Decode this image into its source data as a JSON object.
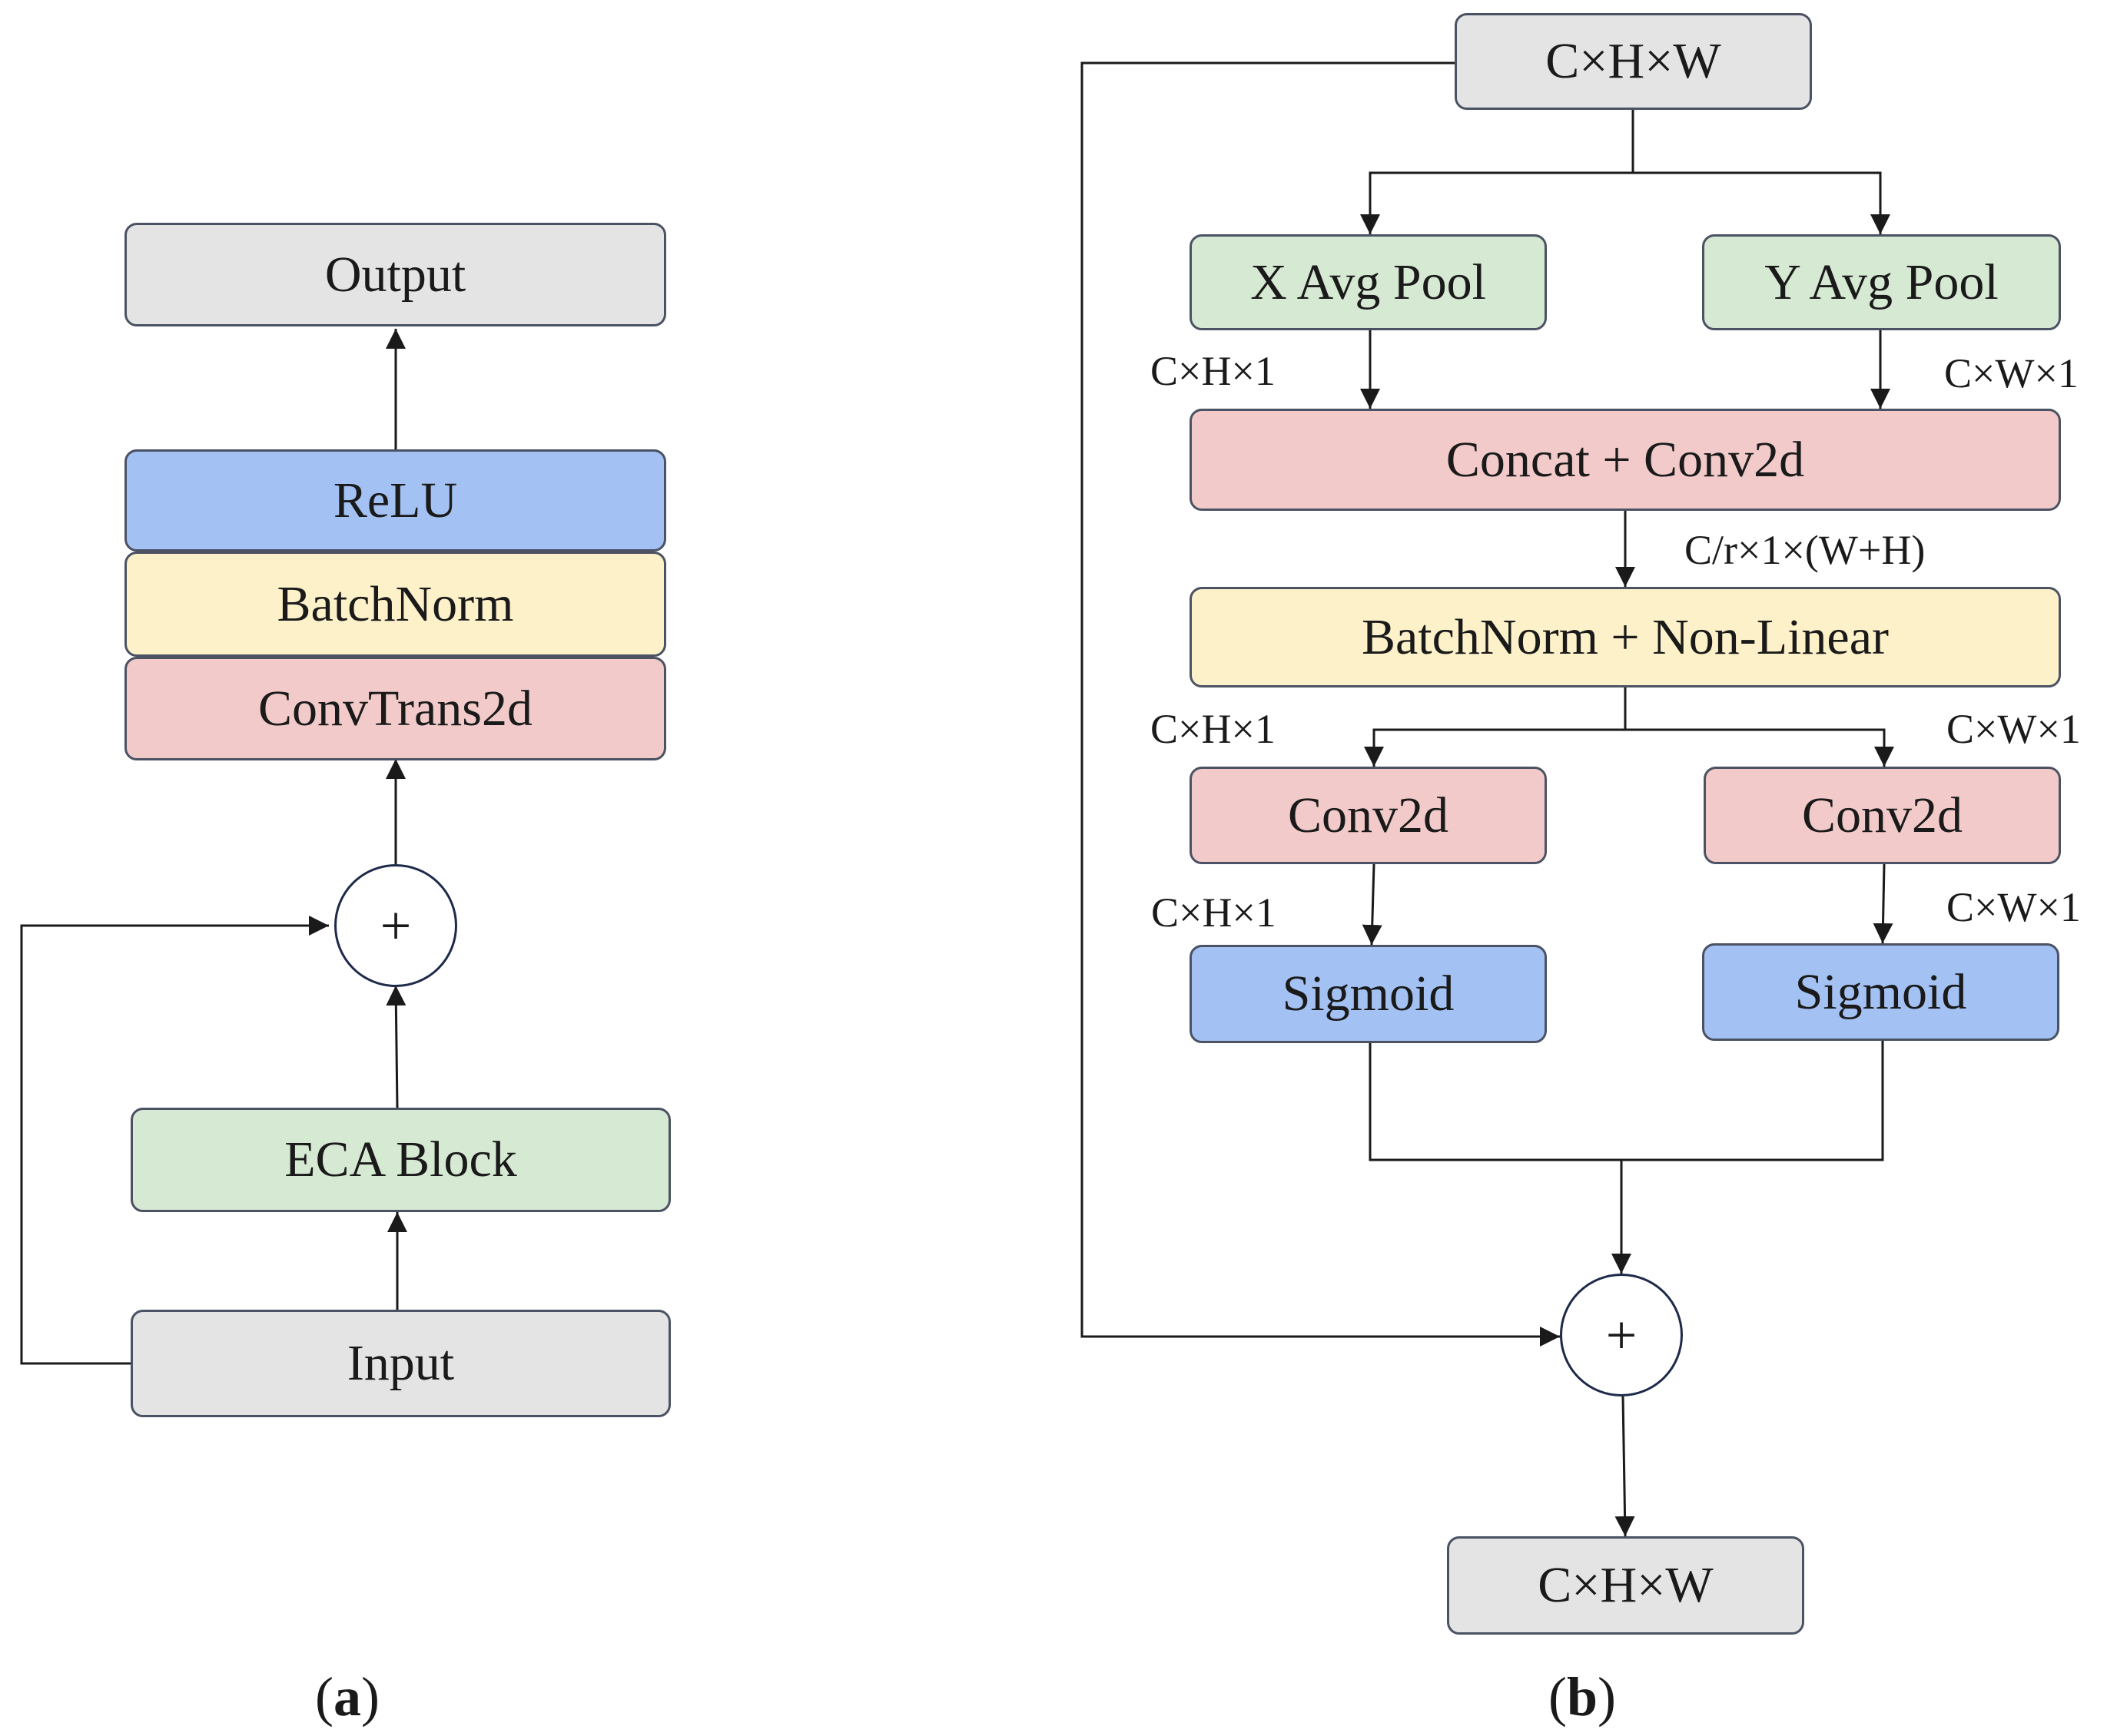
{
  "panel_a": {
    "caption": {
      "open": "(",
      "letter": "a",
      "close": ")"
    },
    "output": "Output",
    "relu": "ReLU",
    "batchnorm": "BatchNorm",
    "convtrans": "ConvTrans2d",
    "sum": "+",
    "eca": "ECA Block",
    "input": "Input"
  },
  "panel_b": {
    "caption": {
      "open": "(",
      "letter": "b",
      "close": ")"
    },
    "input_dim": "C×H×W",
    "x_pool": "X Avg Pool",
    "y_pool": "Y Avg Pool",
    "x_pool_out": "C×H×1",
    "y_pool_out": "C×W×1",
    "concat": "Concat + Conv2d",
    "concat_out": "C/r×1×(W+H)",
    "bn": "BatchNorm + Non-Linear",
    "split_left": "C×H×1",
    "split_right": "C×W×1",
    "conv_left": "Conv2d",
    "conv_right": "Conv2d",
    "conv_left_out": "C×H×1",
    "conv_right_out": "C×W×1",
    "sigmoid_left": "Sigmoid",
    "sigmoid_right": "Sigmoid",
    "sum": "+",
    "output_dim": "C×H×W"
  },
  "colors": {
    "gray": "#e4e4e4",
    "green": "#d6e9d3",
    "red": "#f2caca",
    "yellow": "#fdf1c9",
    "blue": "#a3c2f3",
    "border": "#4a5263",
    "line": "#1a1a1a"
  }
}
